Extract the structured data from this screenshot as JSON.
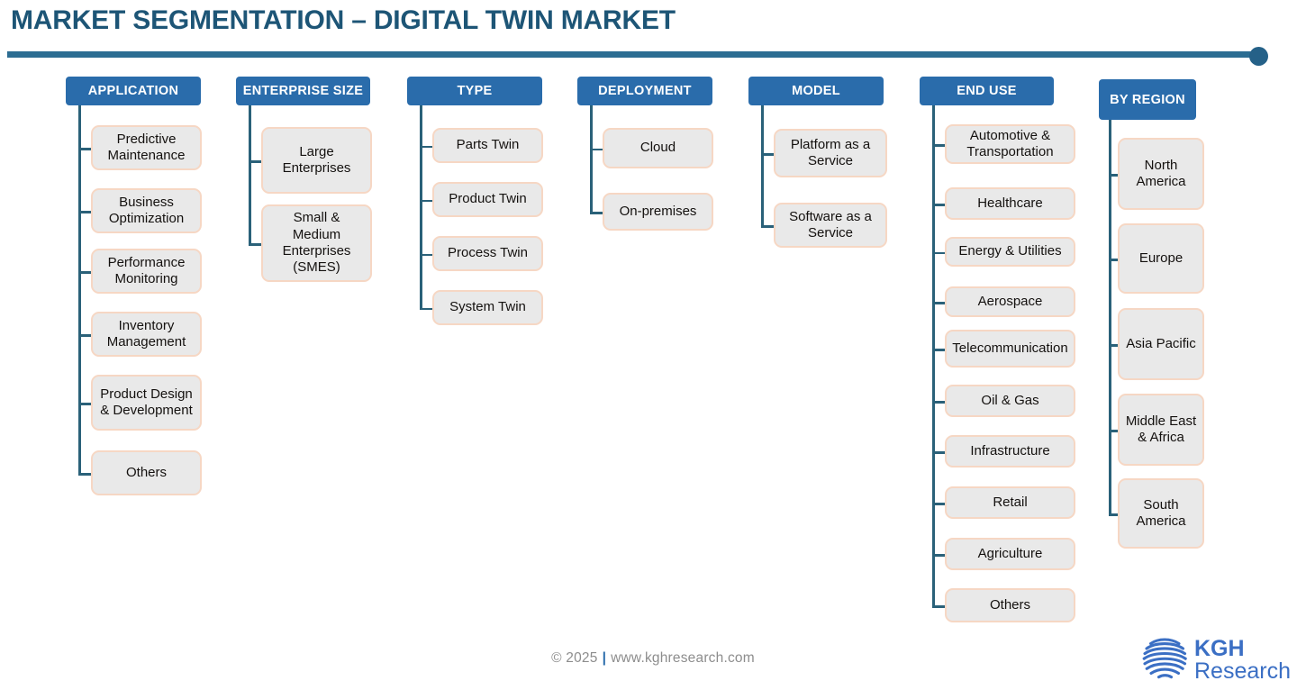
{
  "header": {
    "title": "MARKET SEGMENTATION – DIGITAL TWIN MARKET",
    "rule_color": "#2c6d92",
    "title_color": "#1d5576"
  },
  "theme": {
    "header_box_color": "#2a6cab",
    "node_fill": "#e9e9e9",
    "node_border": "#f6d7c4",
    "connector_color": "#2a6179"
  },
  "columns": [
    {
      "id": "application",
      "label": "APPLICATION",
      "items": [
        {
          "label": "Predictive Maintenance"
        },
        {
          "label": "Business Optimization"
        },
        {
          "label": "Performance Monitoring"
        },
        {
          "label": "Inventory Management"
        },
        {
          "label": "Product Design & Development"
        },
        {
          "label": "Others"
        }
      ]
    },
    {
      "id": "enterprise-size",
      "label": "ENTERPRISE SIZE",
      "items": [
        {
          "label": "Large Enterprises"
        },
        {
          "label": "Small & Medium Enterprises (SMES)"
        }
      ]
    },
    {
      "id": "type",
      "label": "TYPE",
      "items": [
        {
          "label": "Parts Twin"
        },
        {
          "label": "Product Twin"
        },
        {
          "label": "Process Twin"
        },
        {
          "label": "System Twin"
        }
      ]
    },
    {
      "id": "deployment",
      "label": "DEPLOYMENT",
      "items": [
        {
          "label": "Cloud"
        },
        {
          "label": "On-premises"
        }
      ]
    },
    {
      "id": "model",
      "label": "MODEL",
      "items": [
        {
          "label": "Platform  as a Service"
        },
        {
          "label": "Software as a Service"
        }
      ]
    },
    {
      "id": "end-use",
      "label": "END USE",
      "items": [
        {
          "label": "Automotive & Transportation"
        },
        {
          "label": "Healthcare"
        },
        {
          "label": "Energy & Utilities"
        },
        {
          "label": "Aerospace"
        },
        {
          "label": "Telecommunication"
        },
        {
          "label": "Oil & Gas"
        },
        {
          "label": "Infrastructure"
        },
        {
          "label": "Retail"
        },
        {
          "label": "Agriculture"
        },
        {
          "label": "Others"
        }
      ]
    },
    {
      "id": "by-region",
      "label": "BY  REGION",
      "items": [
        {
          "label": "North America"
        },
        {
          "label": "Europe"
        },
        {
          "label": "Asia Pacific"
        },
        {
          "label": "Middle East & Africa"
        },
        {
          "label": "South America"
        }
      ]
    }
  ],
  "footer": {
    "copyright": "© 2025",
    "separator": "|",
    "website": "www.kghresearch.com"
  },
  "logo": {
    "name_primary": "KGH",
    "name_secondary": "Research",
    "color": "#3b6fc4"
  }
}
